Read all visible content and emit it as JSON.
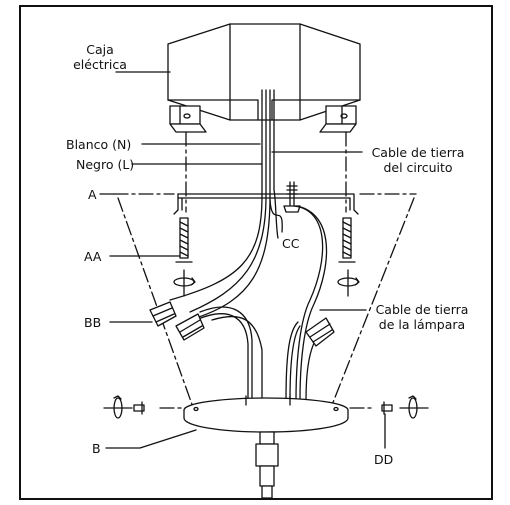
{
  "labels": {
    "junction_box_line1": "Caja",
    "junction_box_line2": "eléctrica",
    "white_wire": "Blanco (N)",
    "black_wire": "Negro (L)",
    "circuit_ground_line1": "Cable de tierra",
    "circuit_ground_line2": "del circuito",
    "bracket": "A",
    "screw": "AA",
    "ground_screw": "CC",
    "wire_nuts": "BB",
    "lamp_ground_line1": "Cable de tierra",
    "lamp_ground_line2": "de la lámpara",
    "canopy": "B",
    "canopy_screw": "DD"
  }
}
